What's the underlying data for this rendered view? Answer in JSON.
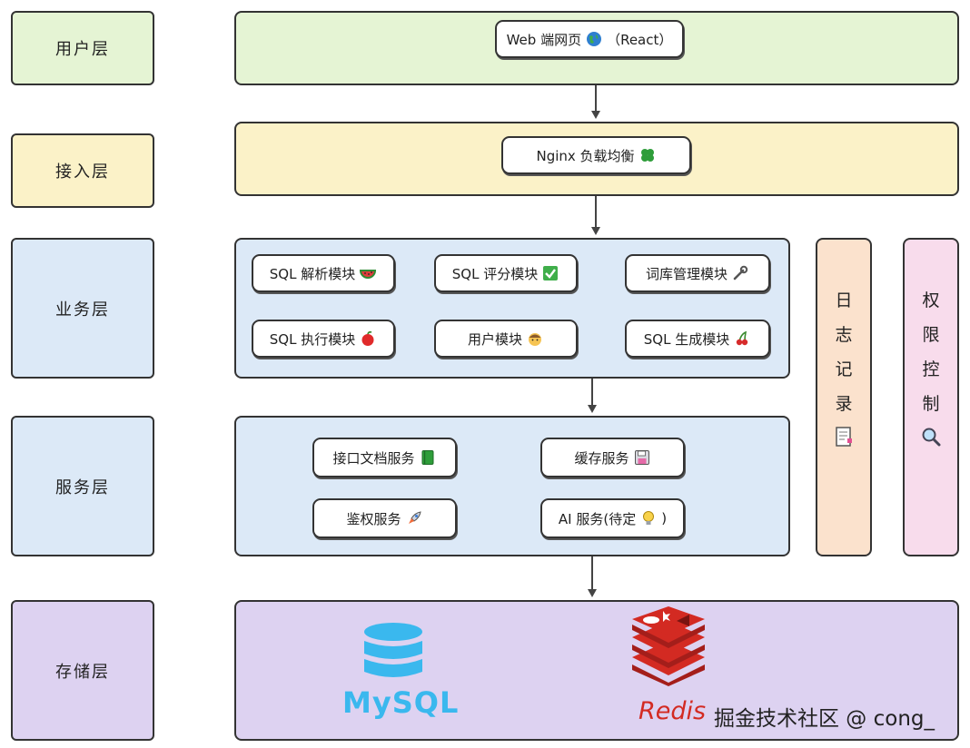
{
  "colors": {
    "green": "#e5f4d4",
    "yellow": "#fbf2c8",
    "blue": "#dce9f7",
    "purple": "#ddd2f1",
    "peach": "#fbe2cd",
    "pink": "#f8dcec",
    "mysql_blue": "#3ab8ee",
    "redis_red": "#d32a22"
  },
  "layers": [
    {
      "label": "用户层"
    },
    {
      "label": "接入层"
    },
    {
      "label": "业务层"
    },
    {
      "label": "服务层"
    },
    {
      "label": "存储层"
    }
  ],
  "user_layer": {
    "chip": "Web 端网页",
    "chip_suffix": "（React）",
    "icon": "globe-icon"
  },
  "access_layer": {
    "chip": "Nginx 负载均衡",
    "icon": "four-leaf-clover-icon"
  },
  "business_modules": [
    {
      "label": "SQL 解析模块",
      "icon": "watermelon-icon"
    },
    {
      "label": "SQL 评分模块",
      "icon": "check-mark-icon"
    },
    {
      "label": "词库管理模块",
      "icon": "wrench-icon"
    },
    {
      "label": "SQL 执行模块",
      "icon": "apple-icon"
    },
    {
      "label": "用户模块",
      "icon": "face-icon"
    },
    {
      "label": "SQL 生成模块",
      "icon": "cherries-icon"
    }
  ],
  "services": [
    {
      "label": "接口文档服务",
      "icon": "book-icon"
    },
    {
      "label": "缓存服务",
      "icon": "floppy-disk-icon"
    },
    {
      "label": "鉴权服务",
      "icon": "rocket-icon"
    },
    {
      "label": "AI 服务(待定",
      "suffix": ")",
      "icon": "lightbulb-icon"
    }
  ],
  "side_panels": [
    {
      "chars": [
        "日",
        "志",
        "记",
        "录"
      ],
      "icon": "memo-icon"
    },
    {
      "chars": [
        "权",
        "限",
        "控",
        "制"
      ],
      "icon": "magnifier-icon"
    }
  ],
  "storage": {
    "mysql": "MySQL",
    "redis": "Redis"
  },
  "watermark": "掘金技术社区 @ cong_"
}
